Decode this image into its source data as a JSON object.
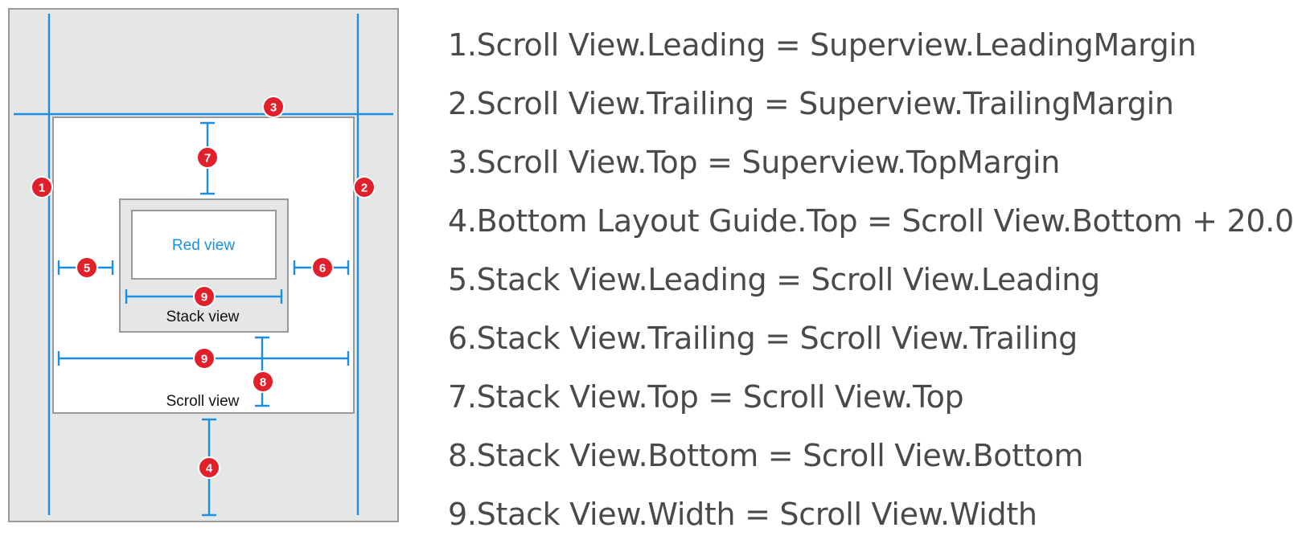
{
  "colors": {
    "canvas": "#e5e7e6",
    "border": "#999999",
    "guide": "#1a8fe0",
    "badge": "#e0202a",
    "red_view_text": "#1a8fe0",
    "label_text": "#111111",
    "rule_text": "#4a4a4a"
  },
  "diagram": {
    "red_view_label": "Red view",
    "stack_view_label": "Stack view",
    "scroll_view_label": "Scroll view",
    "badges": [
      "1",
      "2",
      "3",
      "4",
      "5",
      "6",
      "7",
      "8",
      "9"
    ]
  },
  "rules": [
    "1.Scroll View.Leading = Superview.LeadingMargin",
    "2.Scroll View.Trailing = Superview.TrailingMargin",
    "3.Scroll View.Top = Superview.TopMargin",
    "4.Bottom Layout Guide.Top = Scroll View.Bottom + 20.0",
    "5.Stack View.Leading = Scroll View.Leading",
    "6.Stack View.Trailing = Scroll View.Trailing",
    "7.Stack View.Top = Scroll View.Top",
    "8.Stack View.Bottom = Scroll View.Bottom",
    "9.Stack View.Width = Scroll View.Width"
  ]
}
